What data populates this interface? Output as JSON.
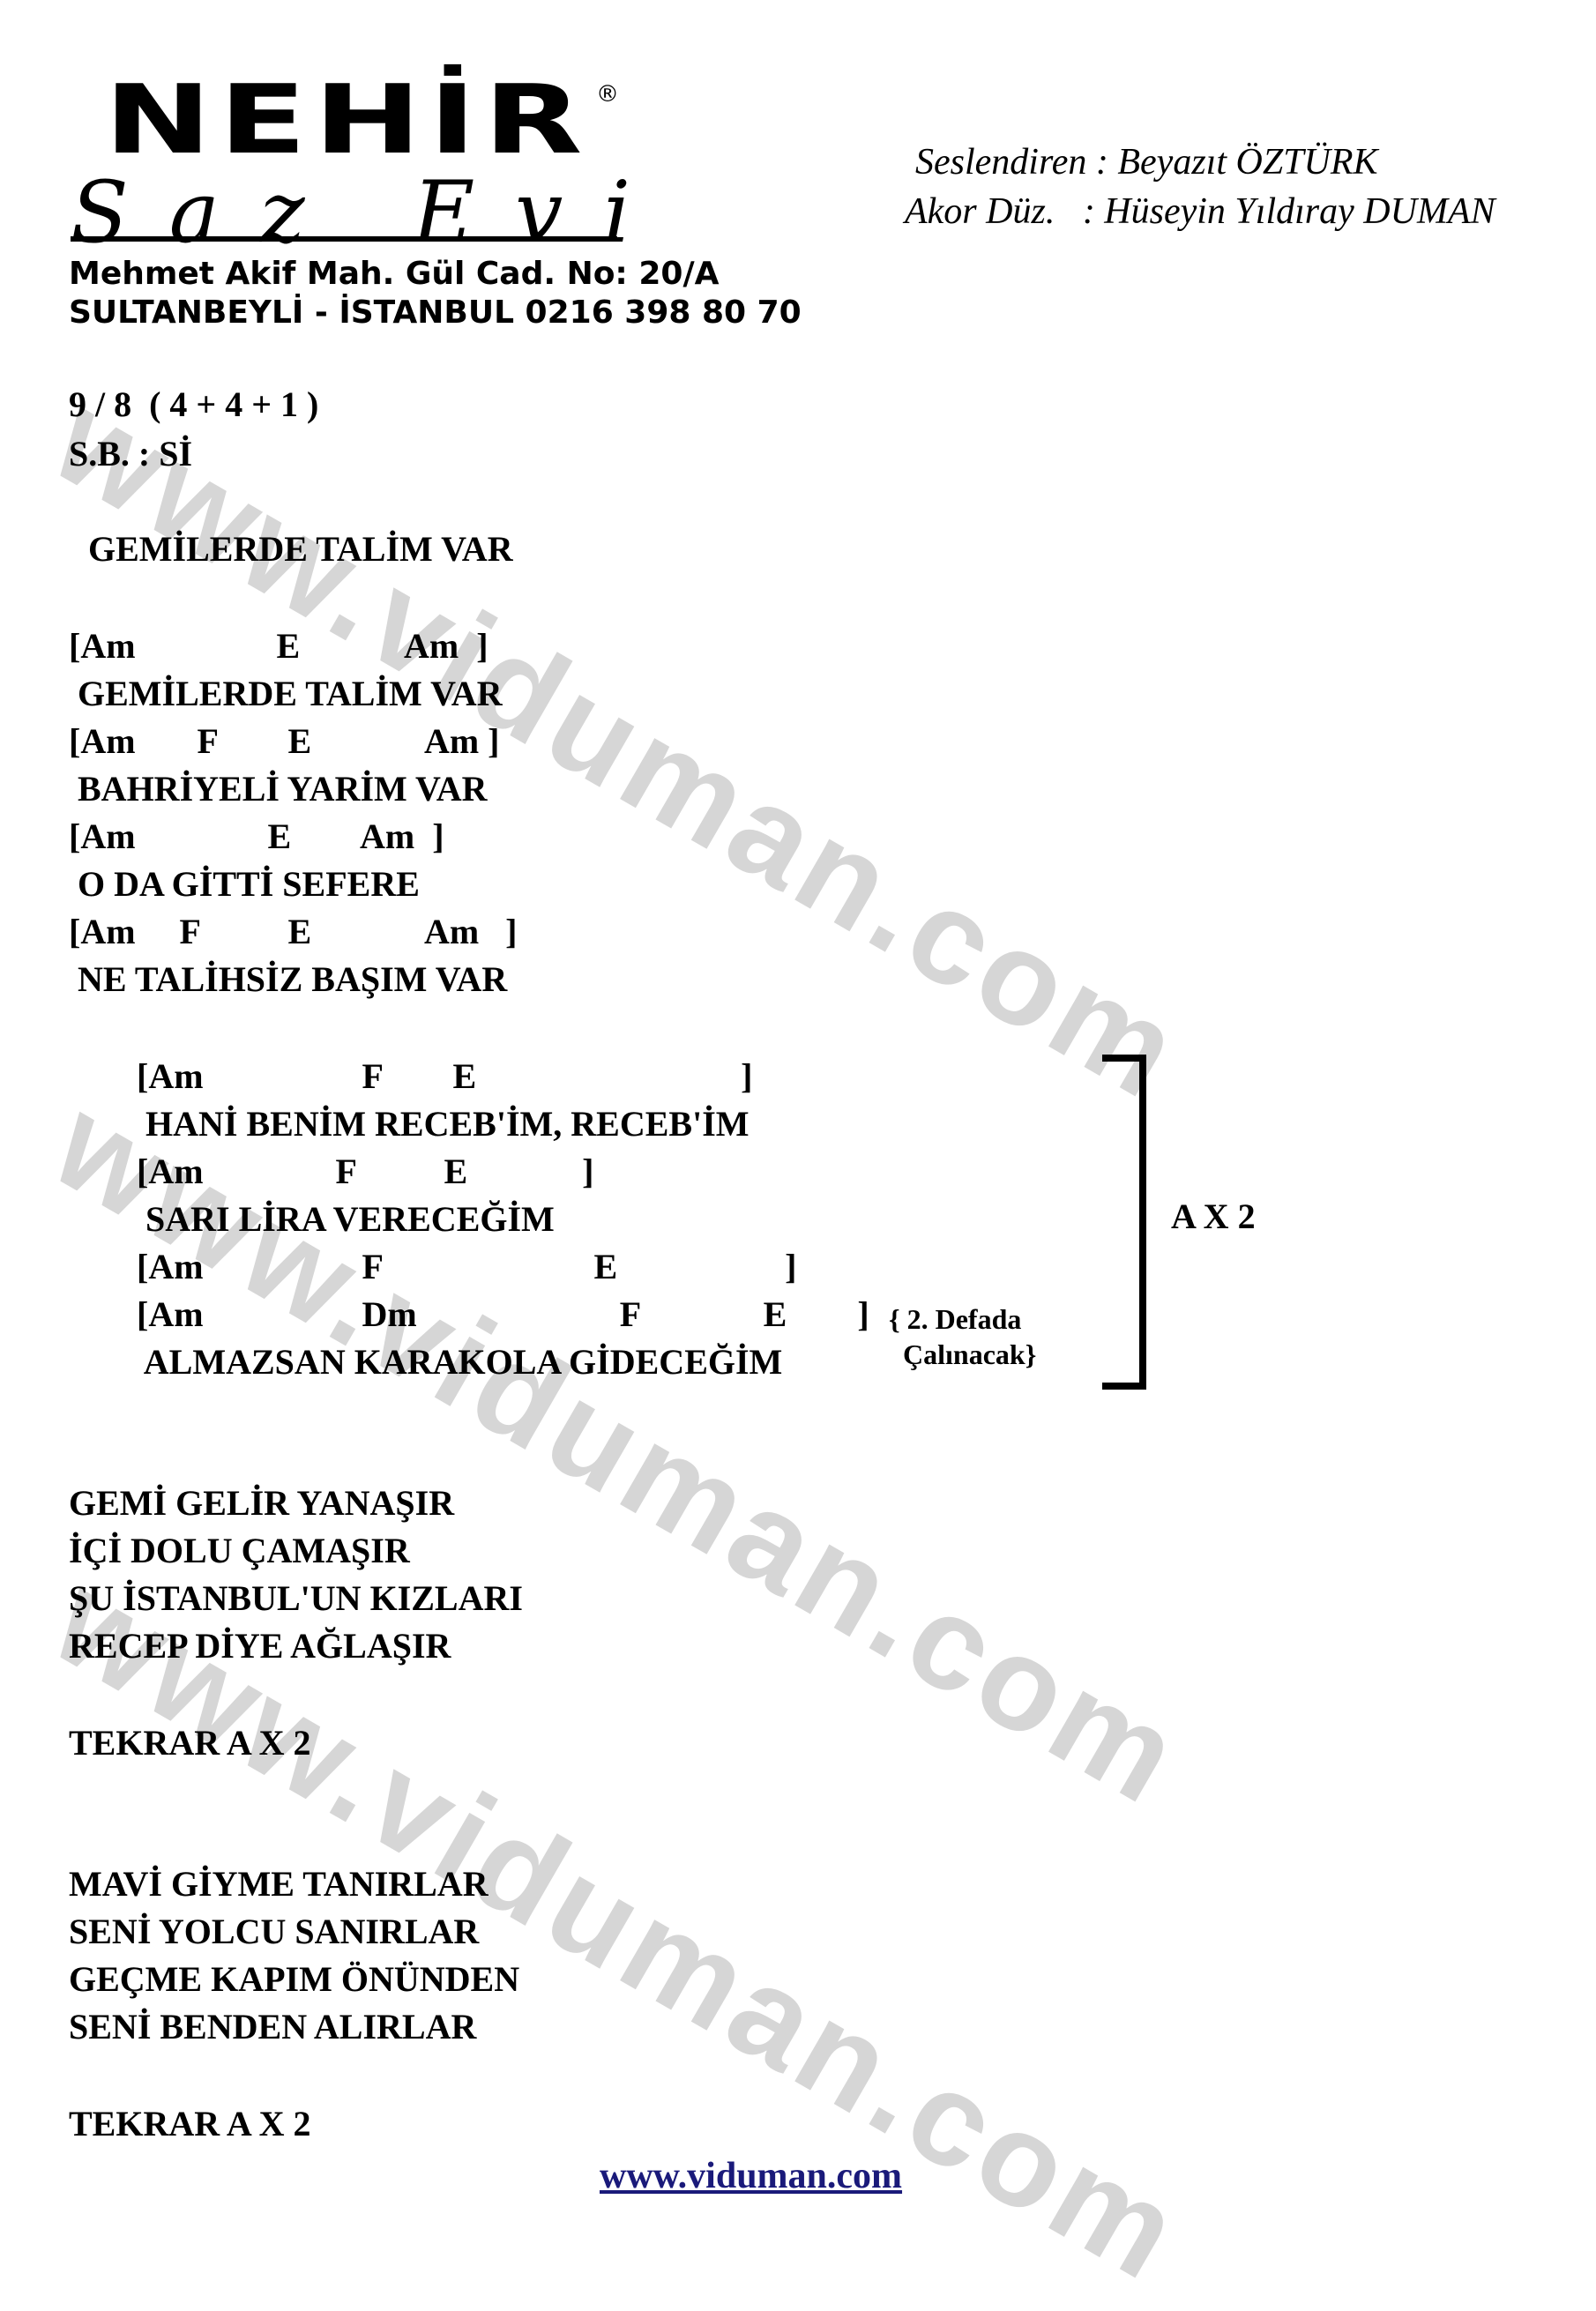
{
  "header": {
    "logo_main": "NEHİR",
    "logo_registered": "®",
    "logo_sub": "Saz Evi",
    "address_line1": "Mehmet Akif Mah. Gül Cad. No: 20/A",
    "address_line2": "SULTANBEYLİ - İSTANBUL 0216 398 80 70"
  },
  "credits": {
    "performer_label": "Seslendiren : Beyazıt ÖZTÜRK",
    "arranger_label": "Akor Düz.   : Hüseyin Yıldıray DUMAN"
  },
  "meta": {
    "meter": "9 / 8  ( 4 + 4 + 1 )",
    "key": "S.B. : Sİ",
    "song_title": "GEMİLERDE TALİM VAR"
  },
  "verse1": [
    "[Am                E            Am  ]",
    " GEMİLERDE TALİM VAR",
    "[Am       F        E             Am ]",
    " BAHRİYELİ YARİM VAR",
    "[Am               E        Am  ]",
    " O DA GİTTİ SEFERE",
    "[Am     F          E             Am   ]",
    " NE TALİHSİZ BAŞIM VAR"
  ],
  "chorus": [
    "[Am                  F        E                              ]",
    " HANİ BENİM RECEB'İM, RECEB'İM",
    "[Am               F          E             ]",
    " SARI LİRA VERECEĞİM",
    "[Am                  F                        E                   ]",
    "[Am                  Dm                       F              E        ]",
    " ALMAZSAN KARAKOLA GİDECEĞİM"
  ],
  "chorus_note": [
    "{ 2. Defada",
    "  Çalınacak}"
  ],
  "repeat_label": "A X 2",
  "verse2": [
    "GEMİ GELİR YANAŞIR",
    "İÇİ DOLU ÇAMAŞIR",
    "ŞU İSTANBUL'UN KIZLARI",
    "RECEP DİYE AĞLAŞIR"
  ],
  "repeat1": "TEKRAR A X 2",
  "verse3": [
    "MAVİ GİYME TANIRLAR",
    "SENİ YOLCU SANIRLAR",
    "GEÇME KAPIM ÖNÜNDEN",
    "SENİ BENDEN ALIRLAR"
  ],
  "repeat2": "TEKRAR A X 2",
  "watermark_text": "www.viduman.com",
  "footer_link": "www.viduman.com"
}
